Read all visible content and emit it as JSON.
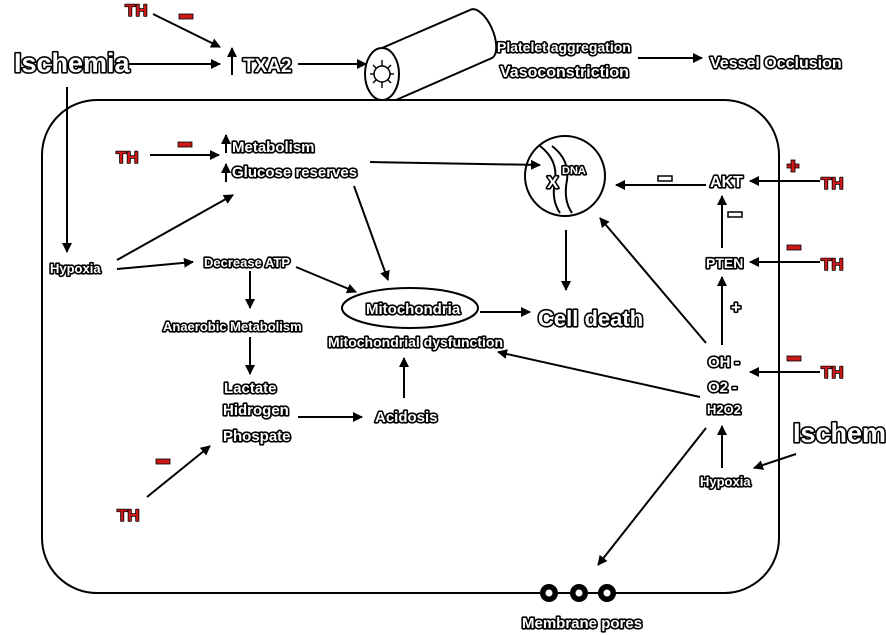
{
  "labels": {
    "ischemia_top": "Ischemia",
    "ischemia_right": "Ischemia",
    "txa2": "TXA2",
    "platelet_aggregation": "Platelet aggregation",
    "vasoconstriction": "Vasoconstriction",
    "vessel_occlusion": "Vessel Occlusion",
    "metabolism": "Metabolism",
    "glucose_reserves": "Glucose reserves",
    "hypoxia_left": "Hypoxia",
    "hypoxia_right": "Hypoxia",
    "decrease_atp": "Decrease ATP",
    "anaerobic_metabolism": "Anaerobic Metabolism",
    "lactate": "Lactate",
    "hidrogen": "Hidrogen",
    "phospate": "Phospate",
    "acidosis": "Acidosis",
    "mitochondria": "Mitochondria",
    "mitochondrial_dysfunction": "Mitochondrial dysfunction",
    "cell_death": "Cell death",
    "dna": "DNA",
    "dna_x": "X",
    "akt": "AKT",
    "pten": "PTEN",
    "oh": "OH -",
    "o2": "O2 -",
    "h2o2": "H2O2",
    "membrane_pores": "Membrane pores",
    "plus_sign": "+"
  },
  "th": {
    "label": "TH",
    "color": "#cc1a1a"
  }
}
